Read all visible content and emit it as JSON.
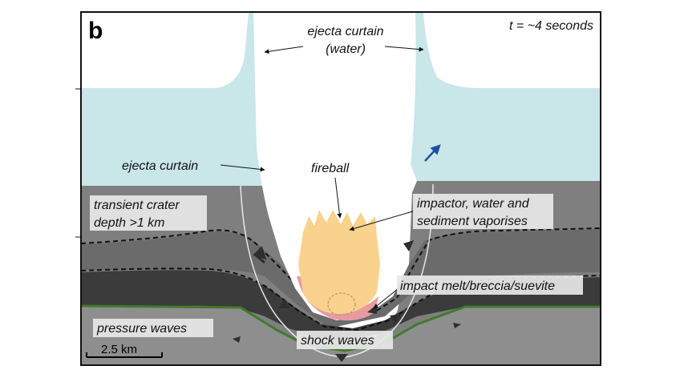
{
  "panel_label": "b",
  "time_label": "t = ~4 seconds",
  "labels": {
    "ejecta_curtain_water_line1": "ejecta curtain",
    "ejecta_curtain_water_line2": "(water)",
    "ejecta_curtain": "ejecta curtain",
    "fireball": "fireball",
    "transient_crater_line1": "transient crater",
    "transient_crater_line2": "depth >1 km",
    "impactor_line1": "impactor, water and",
    "impactor_line2": "sediment vaporises",
    "impact_melt": "impact melt/breccia/suevite",
    "pressure_waves": "pressure waves",
    "shock_waves": "shock waves",
    "scale_bar": "2.5 km"
  },
  "colors": {
    "water": "#c9e6e9",
    "upper_sediment": "#7d7d7d",
    "middle_layer": "#6a6a6a",
    "dark_layer": "#3a3a3a",
    "basement": "#8c8c8c",
    "green_horizon": "#3f7a2e",
    "fireball": "#f9d28e",
    "melt": "#e99aa0",
    "arrow_blue": "#1f4fa0"
  }
}
